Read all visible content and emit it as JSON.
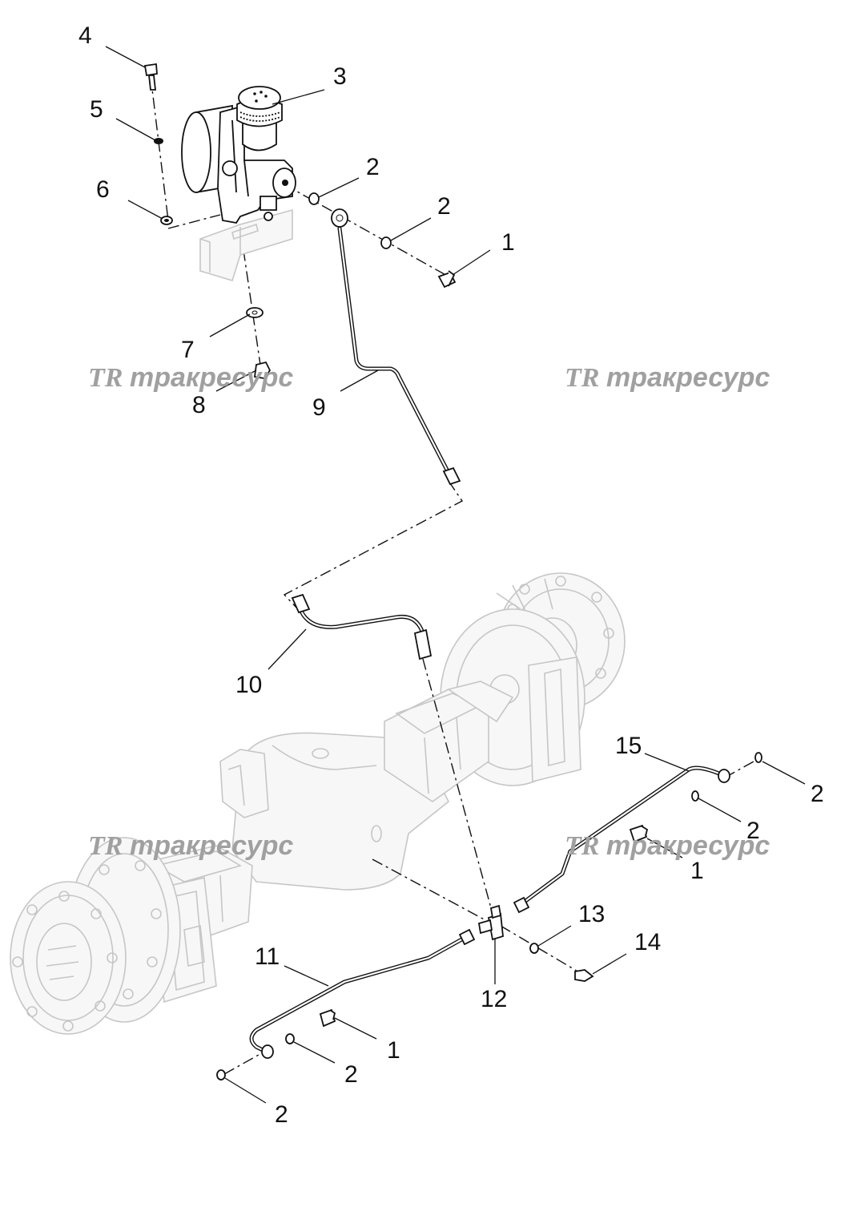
{
  "watermarks": [
    {
      "logo": "TR",
      "text": "тракресурс"
    },
    {
      "logo": "TR",
      "text": "тракресурс"
    },
    {
      "logo": "TR",
      "text": "тракресурс"
    },
    {
      "logo": "TR",
      "text": "тракресурс"
    }
  ],
  "callouts": [
    {
      "id": "callout-4",
      "label": "4"
    },
    {
      "id": "callout-3",
      "label": "3"
    },
    {
      "id": "callout-5",
      "label": "5"
    },
    {
      "id": "callout-2a",
      "label": "2"
    },
    {
      "id": "callout-6",
      "label": "6"
    },
    {
      "id": "callout-2b",
      "label": "2"
    },
    {
      "id": "callout-1a",
      "label": "1"
    },
    {
      "id": "callout-7",
      "label": "7"
    },
    {
      "id": "callout-8",
      "label": "8"
    },
    {
      "id": "callout-9",
      "label": "9"
    },
    {
      "id": "callout-10",
      "label": "10"
    },
    {
      "id": "callout-15",
      "label": "15"
    },
    {
      "id": "callout-2c",
      "label": "2"
    },
    {
      "id": "callout-2d",
      "label": "2"
    },
    {
      "id": "callout-1b",
      "label": "1"
    },
    {
      "id": "callout-13",
      "label": "13"
    },
    {
      "id": "callout-14",
      "label": "14"
    },
    {
      "id": "callout-11",
      "label": "11"
    },
    {
      "id": "callout-12",
      "label": "12"
    },
    {
      "id": "callout-1c",
      "label": "1"
    },
    {
      "id": "callout-2e",
      "label": "2"
    },
    {
      "id": "callout-2f",
      "label": "2"
    }
  ]
}
